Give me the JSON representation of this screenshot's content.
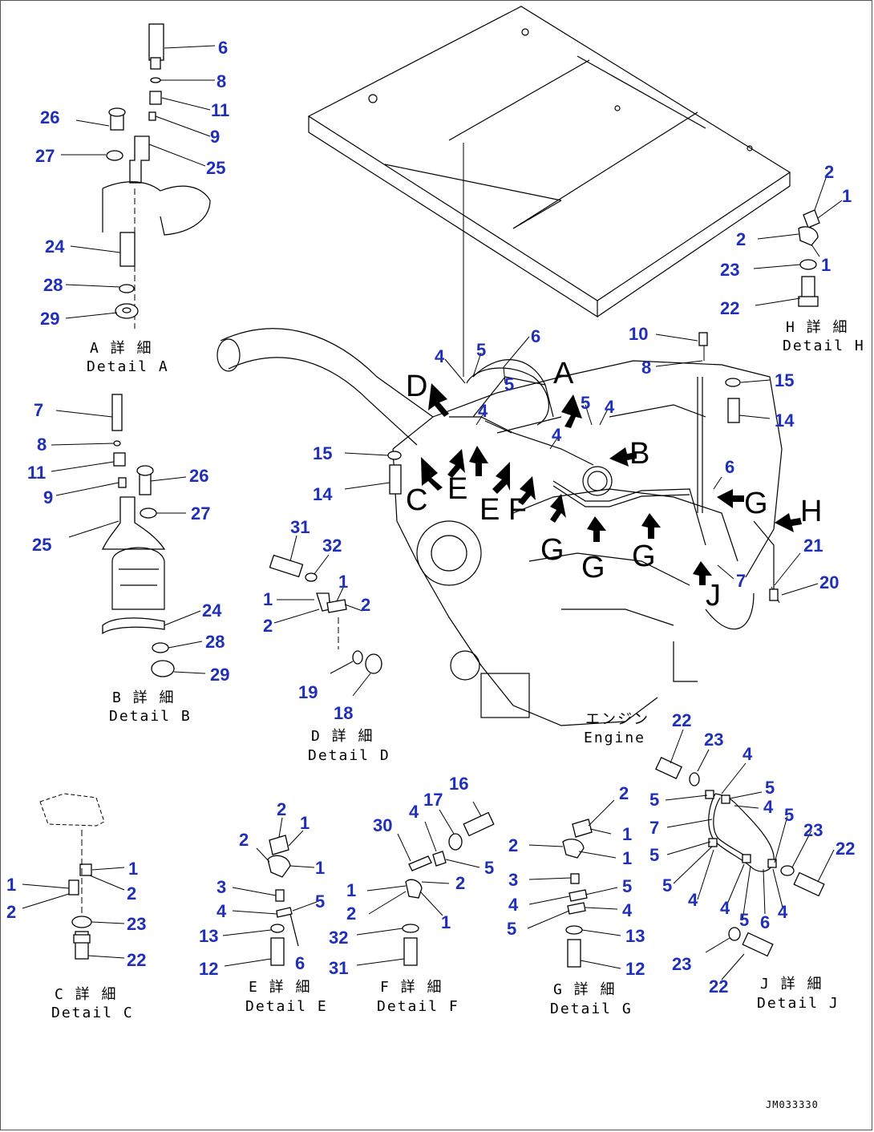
{
  "callout_letters": {
    "A": "A",
    "B": "B",
    "C": "C",
    "D": "D",
    "E": "E",
    "F": "F",
    "EF": "E F",
    "G": "G",
    "H": "H",
    "J": "J"
  },
  "captions": {
    "detail_a_jp": "A 詳 細",
    "detail_a": "Detail A",
    "detail_b_jp": "B 詳 細",
    "detail_b": "Detail B",
    "detail_c_jp": "C 詳 細",
    "detail_c": "Detail C",
    "detail_d_jp": "D 詳 細",
    "detail_d": "Detail D",
    "detail_e_jp": "E 詳 細",
    "detail_e": "Detail E",
    "detail_f_jp": "F 詳 細",
    "detail_f": "Detail F",
    "detail_g_jp": "G 詳 細",
    "detail_g": "Detail G",
    "detail_h_jp": "H 詳 細",
    "detail_h": "Detail H",
    "detail_j_jp": "J 詳 細",
    "detail_j": "Detail J",
    "engine_jp": "エンジン",
    "engine": "Engine"
  },
  "drawing_code": "JM033330",
  "part_numbers": {
    "a": [
      "6",
      "8",
      "11",
      "9",
      "25",
      "26",
      "27",
      "24",
      "28",
      "29"
    ],
    "b": [
      "7",
      "8",
      "11",
      "9",
      "26",
      "27",
      "25",
      "24",
      "28",
      "29"
    ],
    "c": [
      "1",
      "2",
      "1",
      "2",
      "23",
      "22"
    ],
    "d": [
      "31",
      "32",
      "1",
      "2",
      "1",
      "2",
      "19",
      "18"
    ],
    "e": [
      "2",
      "1",
      "2",
      "1",
      "3",
      "4",
      "5",
      "13",
      "6",
      "12"
    ],
    "f": [
      "30",
      "4",
      "17",
      "16",
      "5",
      "1",
      "2",
      "2",
      "1",
      "32",
      "31"
    ],
    "g": [
      "2",
      "1",
      "2",
      "1",
      "3",
      "5",
      "4",
      "4",
      "5",
      "13",
      "12"
    ],
    "h": [
      "2",
      "1",
      "2",
      "23",
      "1",
      "22"
    ],
    "j": [
      "22",
      "23",
      "4",
      "5",
      "5",
      "7",
      "4",
      "5",
      "5",
      "23",
      "22",
      "5",
      "4",
      "4",
      "5",
      "4",
      "6",
      "23",
      "22"
    ],
    "main": [
      "4",
      "5",
      "6",
      "5",
      "4",
      "4",
      "5",
      "4",
      "10",
      "8",
      "15",
      "14",
      "15",
      "14",
      "6",
      "7",
      "21",
      "20"
    ]
  }
}
